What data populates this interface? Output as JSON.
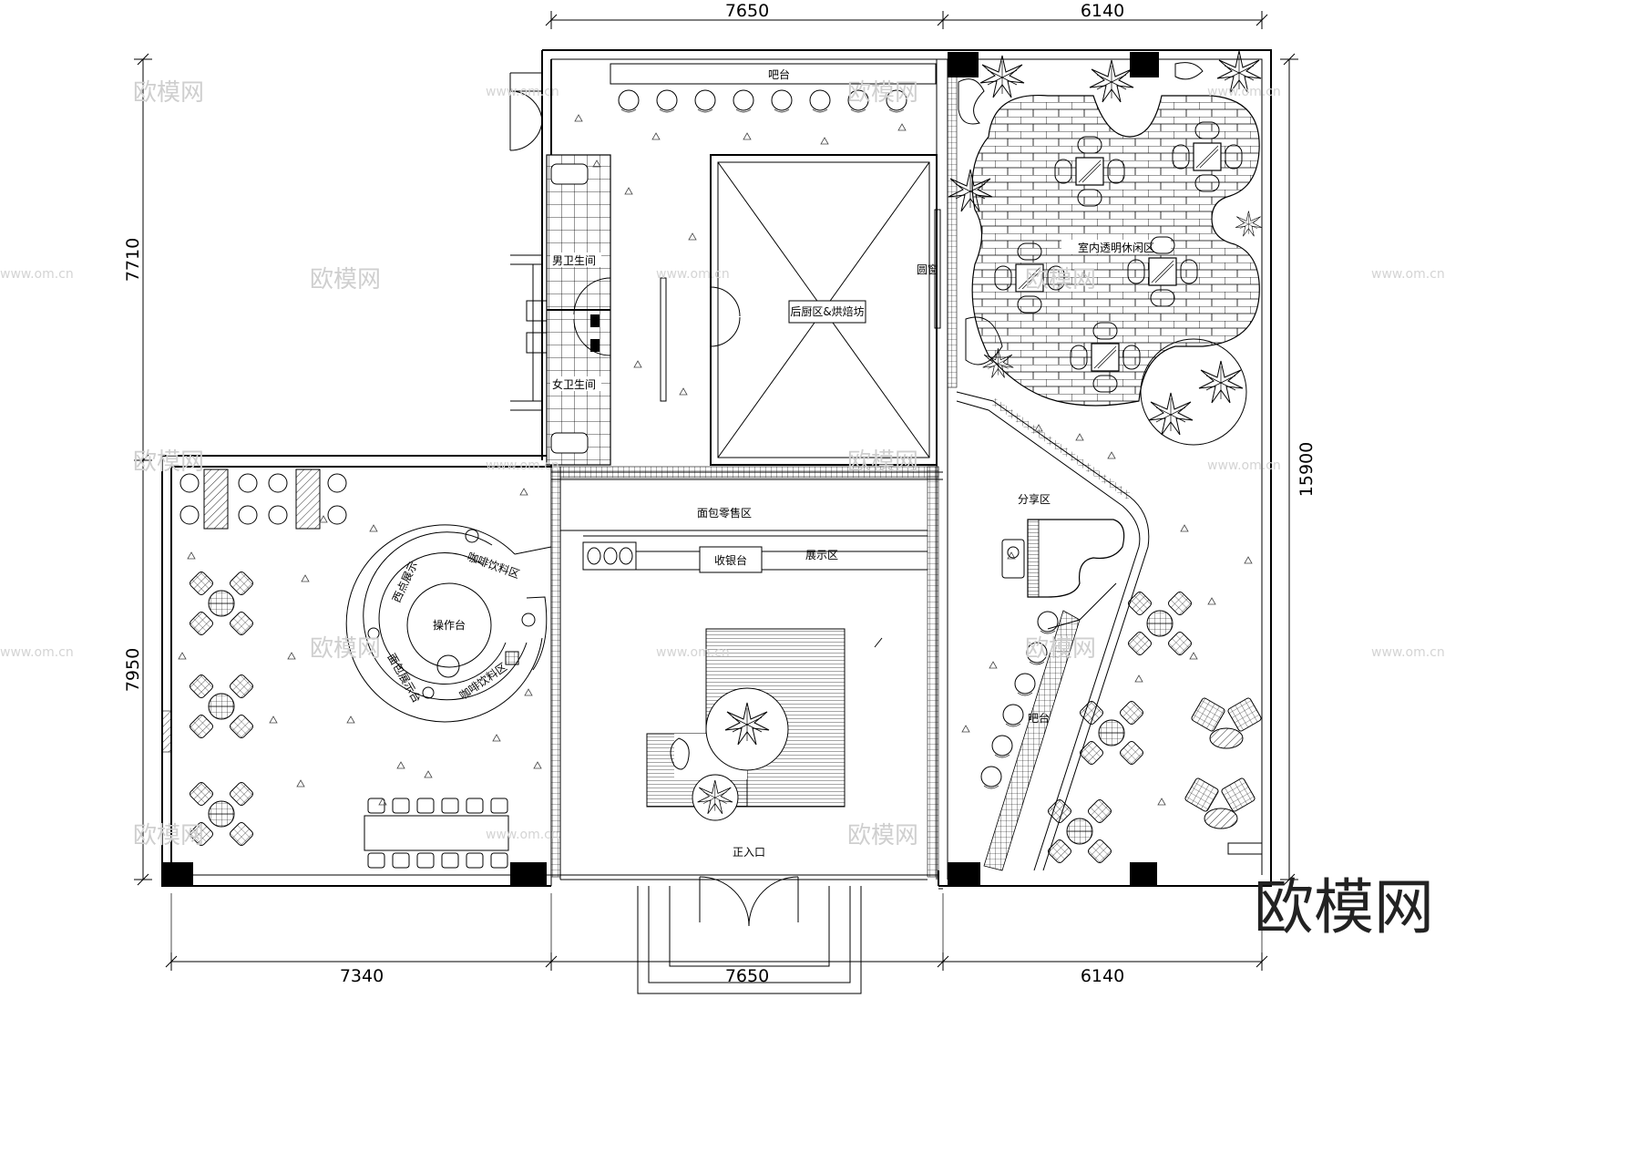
{
  "dimensions": {
    "top": [
      "7650",
      "6140"
    ],
    "bottom": [
      "7340",
      "7650",
      "6140"
    ],
    "left": [
      "7710",
      "7950"
    ],
    "right": [
      "15900"
    ]
  },
  "rooms": {
    "bar_top": "吧台",
    "mens_restroom": "男卫生间",
    "womens_restroom": "女卫生间",
    "kitchen": "后厨区&烘焙坊",
    "window": "圆窗",
    "indoor_lounge": "室内透明休闲区",
    "bread_retail": "面包零售区",
    "cashier": "收银台",
    "display": "展示区",
    "sharing": "分享区",
    "bar_right": "吧台",
    "operation": "操作台",
    "coffee_drinks_1": "咖啡饮料区",
    "coffee_drinks_2": "咖啡饮料区",
    "western_display": "西点展示",
    "bread_display": "面包展示台",
    "main_entrance": "正入口"
  },
  "watermark": {
    "text": "欧模网",
    "site": "www.om.cn",
    "brand": "欧模网"
  },
  "colors": {
    "line": "#000000",
    "watermark": "#cfcfcf"
  }
}
